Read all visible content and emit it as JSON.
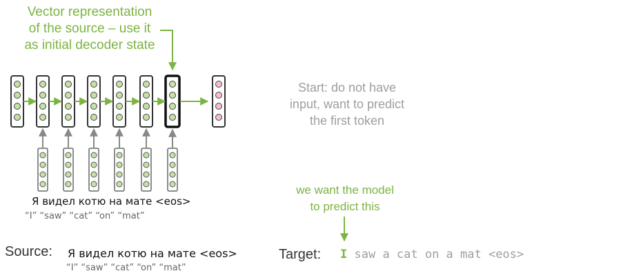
{
  "annotation": {
    "lines": [
      "Vector representation",
      "of the source – use it",
      "as initial decoder state"
    ]
  },
  "start_note": {
    "lines": [
      "Start: do not have",
      "input, want to predict",
      "the first token"
    ]
  },
  "want_note": {
    "lines": [
      "we want the model",
      "to predict this"
    ]
  },
  "diagram": {
    "sentence": "Я видел котю на мате <eos>",
    "gloss": "“I” “saw” “cat” “on” “mat”"
  },
  "source": {
    "label": "Source:",
    "sentence": "Я видел котю на мате <eos>",
    "gloss": "“I”  “saw”  “cat”  “on”  “mat”"
  },
  "target": {
    "label": "Target:",
    "first_token": "I",
    "rest": "saw a cat on a mat <eos>"
  },
  "colors": {
    "green": "#7cb342",
    "green_fill": "#c5e1a5",
    "pink_fill": "#f8bbd0",
    "grey": "#9e9e9e"
  }
}
